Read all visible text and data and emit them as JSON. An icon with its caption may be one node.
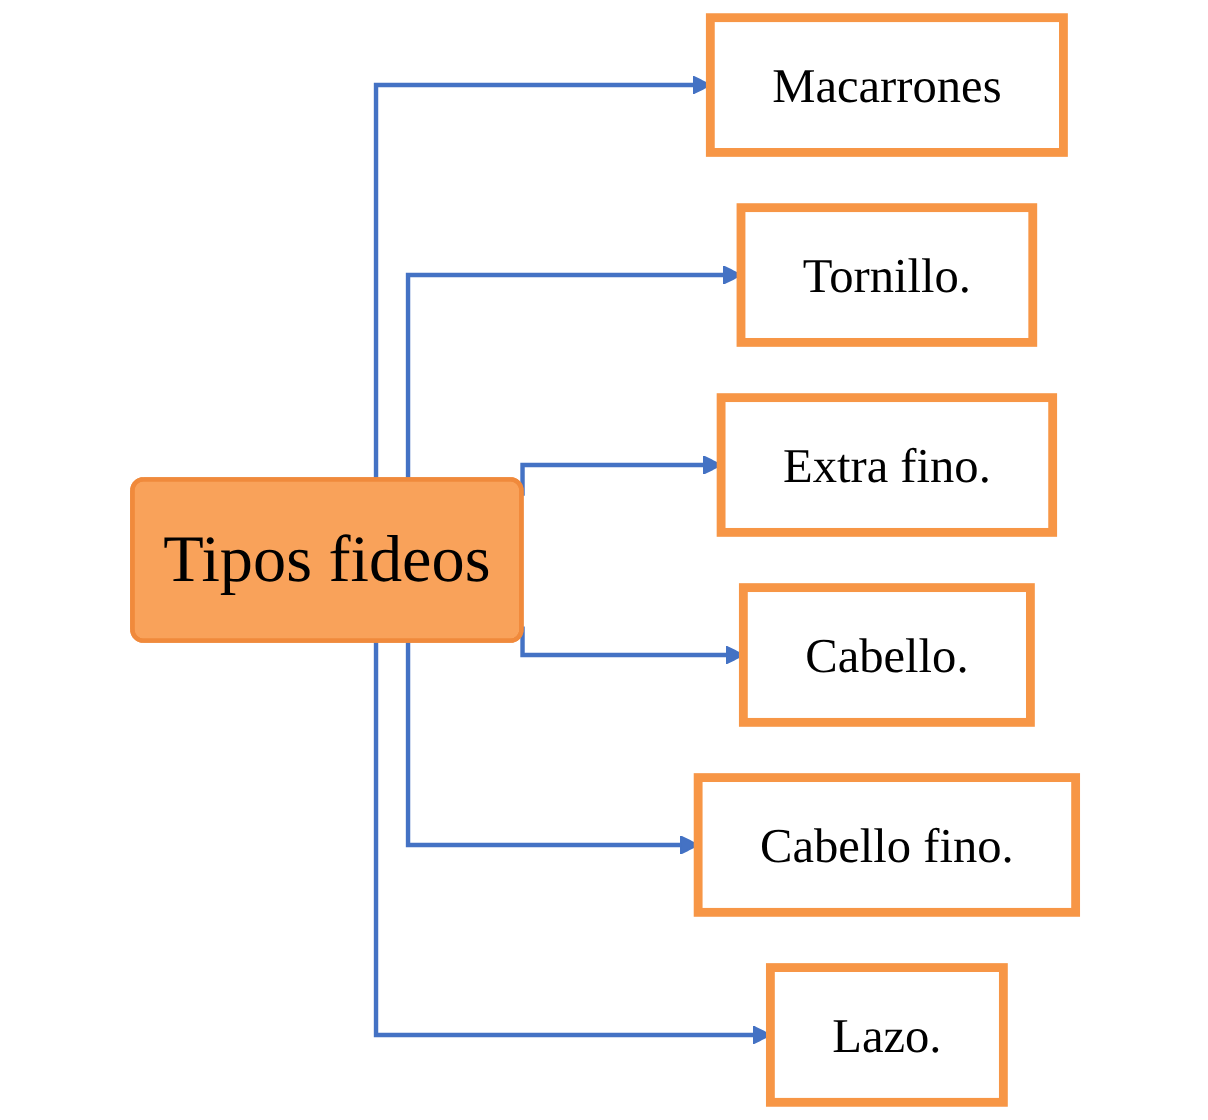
{
  "diagram": {
    "nodes": [
      {
        "text": [
          "Tipos fideos"
        ]
      },
      {
        "text": [
          "Macarrones"
        ]
      },
      {
        "text": [
          "Tornillo."
        ]
      },
      {
        "text": [
          "Extra fino."
        ]
      },
      {
        "text": [
          "Cabello."
        ]
      },
      {
        "text": [
          "Cabello fino."
        ]
      },
      {
        "text": [
          "Lazo."
        ]
      }
    ],
    "edges": [
      {
        "from": 0,
        "to": 1,
        "arrow": "to"
      },
      {
        "from": 0,
        "to": 2,
        "arrow": "to"
      },
      {
        "from": 0,
        "to": 3,
        "arrow": "to"
      },
      {
        "from": 0,
        "to": 4,
        "arrow": "to"
      },
      {
        "from": 0,
        "to": 5,
        "arrow": "to"
      },
      {
        "from": 0,
        "to": 6,
        "arrow": "to"
      }
    ]
  }
}
